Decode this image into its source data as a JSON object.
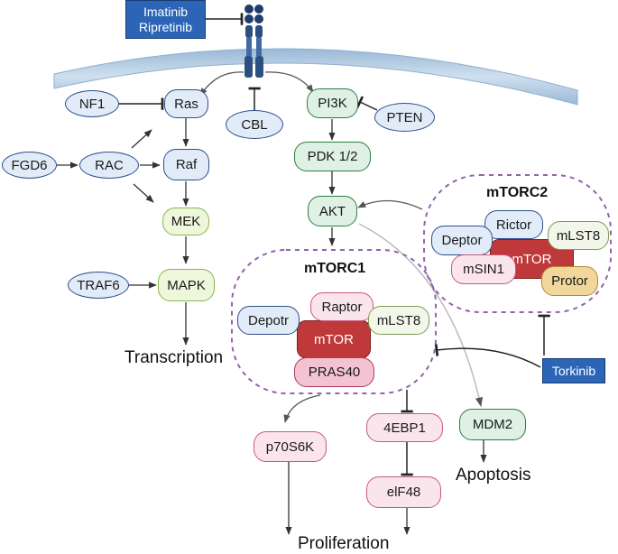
{
  "drugs": {
    "imatinib": "Imatinib",
    "ripretinib": "Ripretinib",
    "torkinib": "Torkinib"
  },
  "nodes": {
    "nf1": "NF1",
    "ras": "Ras",
    "cbl": "CBL",
    "pi3k": "PI3K",
    "pten": "PTEN",
    "fgd6": "FGD6",
    "rac": "RAC",
    "raf": "Raf",
    "pdk": "PDK 1/2",
    "akt": "AKT",
    "mek": "MEK",
    "traf6": "TRAF6",
    "mapk": "MAPK",
    "p70s6k": "p70S6K",
    "ebp1": "4EBP1",
    "elf48": "elF48",
    "mdm2": "MDM2"
  },
  "mtorc1": {
    "title": "mTORC1",
    "raptor": "Raptor",
    "depotr": "Depotr",
    "mlst8": "mLST8",
    "mtor": "mTOR",
    "pras40": "PRAS40"
  },
  "mtorc2": {
    "title": "mTORC2",
    "rictor": "Rictor",
    "deptor": "Deptor",
    "mlst8": "mLST8",
    "mtor": "mTOR",
    "msin1": "mSIN1",
    "protor": "Protor"
  },
  "outcomes": {
    "transcription": "Transcription",
    "proliferation": "Proliferation",
    "apoptosis": "Apoptosis"
  }
}
